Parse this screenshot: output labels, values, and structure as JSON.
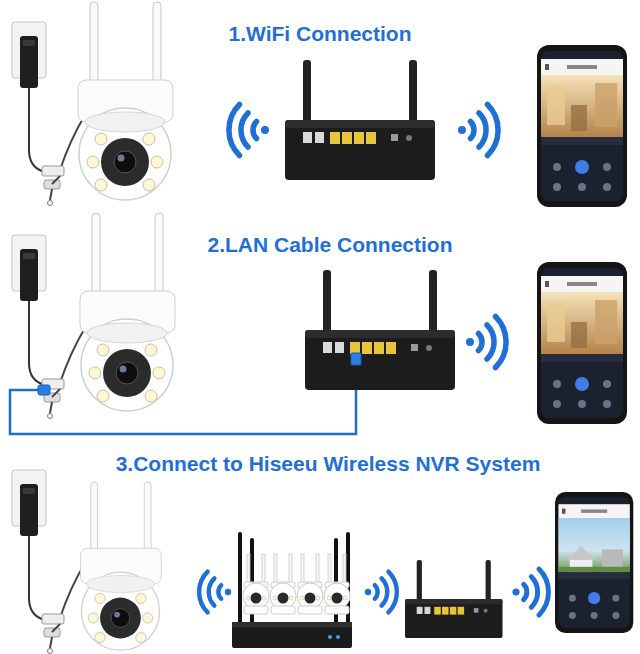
{
  "diagram": {
    "labels": [
      "1.WiFi Connection",
      "2.LAN Cable Connection",
      "3.Connect to Hiseeu Wireless NVR System"
    ]
  }
}
